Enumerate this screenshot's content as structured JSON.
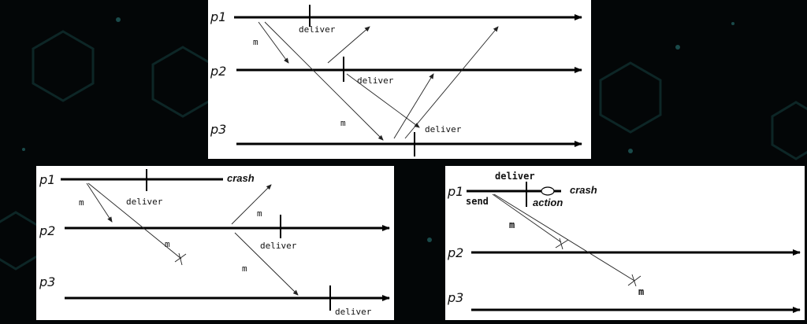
{
  "colors": {
    "background": "#030607",
    "panel": "#ffffff",
    "ink": "#000000"
  },
  "top": {
    "p1": "p1",
    "p2": "p2",
    "p3": "p3",
    "deliver_p1": "deliver",
    "deliver_p2": "deliver",
    "deliver_p3": "deliver",
    "m1": "m",
    "m2": "m"
  },
  "left": {
    "p1": "p1",
    "p2": "p2",
    "p3": "p3",
    "crash": "crash",
    "deliver_p1": "deliver",
    "deliver_p2": "deliver",
    "deliver_p3": "deliver",
    "m1": "m",
    "m2": "m",
    "m3": "m",
    "m4": "m"
  },
  "right": {
    "p1": "p1",
    "p2": "p2",
    "p3": "p3",
    "deliver": "deliver",
    "send": "send",
    "action": "action",
    "crash": "crash",
    "m1": "m",
    "m2": "m"
  }
}
